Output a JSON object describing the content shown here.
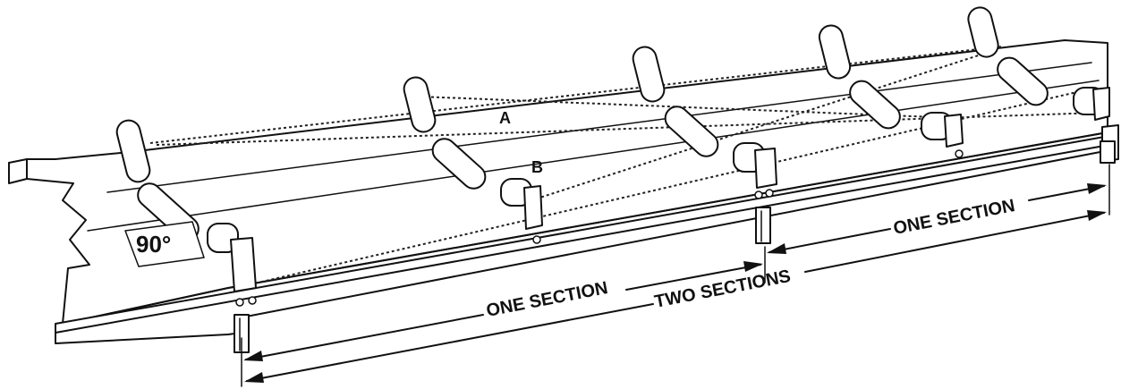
{
  "labels": {
    "angle": "90°",
    "string_a": "A",
    "string_b": "B",
    "one_section_left": "ONE SECTION",
    "one_section_right": "ONE SECTION",
    "two_sections": "TWO SECTIONS"
  },
  "colors": {
    "ink": "#111111",
    "paper": "#ffffff"
  }
}
